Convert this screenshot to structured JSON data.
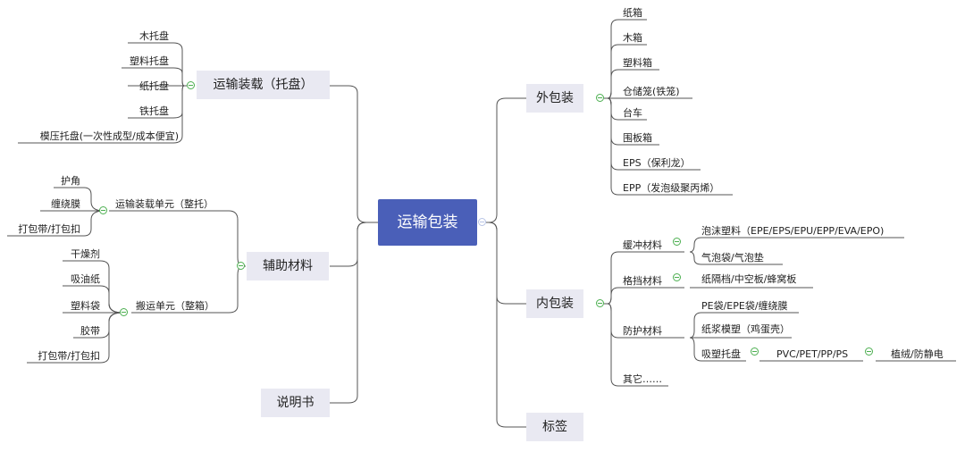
{
  "root": "运输包装",
  "left": {
    "transport": {
      "label": "运输装载（托盘）",
      "items": [
        "木托盘",
        "塑料托盘",
        "纸托盘",
        "铁托盘",
        "模压托盘(一次性成型/成本便宜)"
      ]
    },
    "aux": {
      "label": "辅助材料",
      "unit_load": {
        "label": "运输装载单元（整托）",
        "items": [
          "护角",
          "缠绕膜",
          "打包带/打包扣"
        ]
      },
      "handling_unit": {
        "label": "搬运单元（整箱）",
        "items": [
          "干燥剂",
          "吸油纸",
          "塑料袋",
          "胶带",
          "打包带/打包扣"
        ]
      }
    },
    "manual": {
      "label": "说明书"
    }
  },
  "right": {
    "outer": {
      "label": "外包装",
      "items": [
        "纸箱",
        "木箱",
        "塑料箱",
        "仓储笼(铁笼)",
        "台车",
        "围板箱",
        "EPS（保利龙）",
        "EPP（发泡级聚丙烯）"
      ]
    },
    "inner": {
      "label": "内包装",
      "cushion": {
        "label": "缓冲材料",
        "items": [
          "泡沫塑料（EPE/EPS/EPU/EPP/EVA/EPO)",
          "气泡袋/气泡垫"
        ]
      },
      "partition": {
        "label": "格挡材料",
        "items": [
          "纸隔档/中空板/蜂窝板"
        ]
      },
      "protect": {
        "label": "防护材料",
        "items": [
          "PE袋/EPE袋/缠绕膜",
          "纸浆模塑（鸡蛋壳）",
          "吸塑托盘"
        ],
        "blister_sub": "PVC/PET/PP/PS",
        "blister_sub2": "植绒/防静电"
      },
      "other": "其它……"
    },
    "label_node": {
      "label": "标签"
    }
  }
}
